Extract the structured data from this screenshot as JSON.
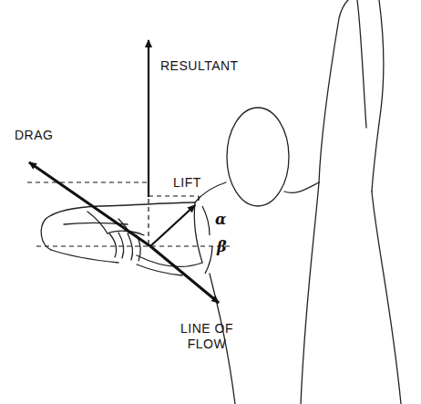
{
  "diagram": {
    "labels": [
      "RESULTANT",
      "DRAG",
      "LIFT",
      "LINE OF FLOW",
      "α",
      "β"
    ]
  }
}
